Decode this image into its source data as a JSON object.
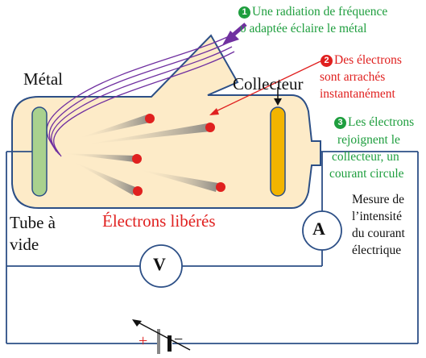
{
  "labels": {
    "metal": "Métal",
    "collector": "Collecteur",
    "tube_line1": "Tube à",
    "tube_line2": "vide",
    "electrons_freed": "Électrons libérés",
    "ammeter": "A",
    "voltmeter": "V",
    "plus": "+",
    "minus": "−"
  },
  "notes": {
    "step1": {
      "bullet": "1",
      "line1": "Une radiation de fréquence",
      "line2": "υ adaptée éclaire le métal"
    },
    "step2": {
      "bullet": "2",
      "line1": "Des électrons",
      "line2": "sont arrachés",
      "line3": "instantanément"
    },
    "step3": {
      "bullet": "3",
      "line1": "Les électrons",
      "line2": "rejoignent le",
      "line3": "collecteur, un",
      "line4": "courant circule"
    },
    "measure": {
      "line1": "Mesure de",
      "line2": "l’intensité",
      "line3": "du courant",
      "line4": "électrique"
    }
  },
  "colors": {
    "tube_fill": "#fdebc8",
    "tube_stroke": "#2c4f86",
    "metal_plate": "#a9d18e",
    "collector_plate": "#f2b400",
    "electron": "#e0201f",
    "radiation_arrow": "#7030a0",
    "wave_lines": "#7030a0",
    "note_green": "#1e9e3e",
    "note_red": "#e0201f"
  }
}
